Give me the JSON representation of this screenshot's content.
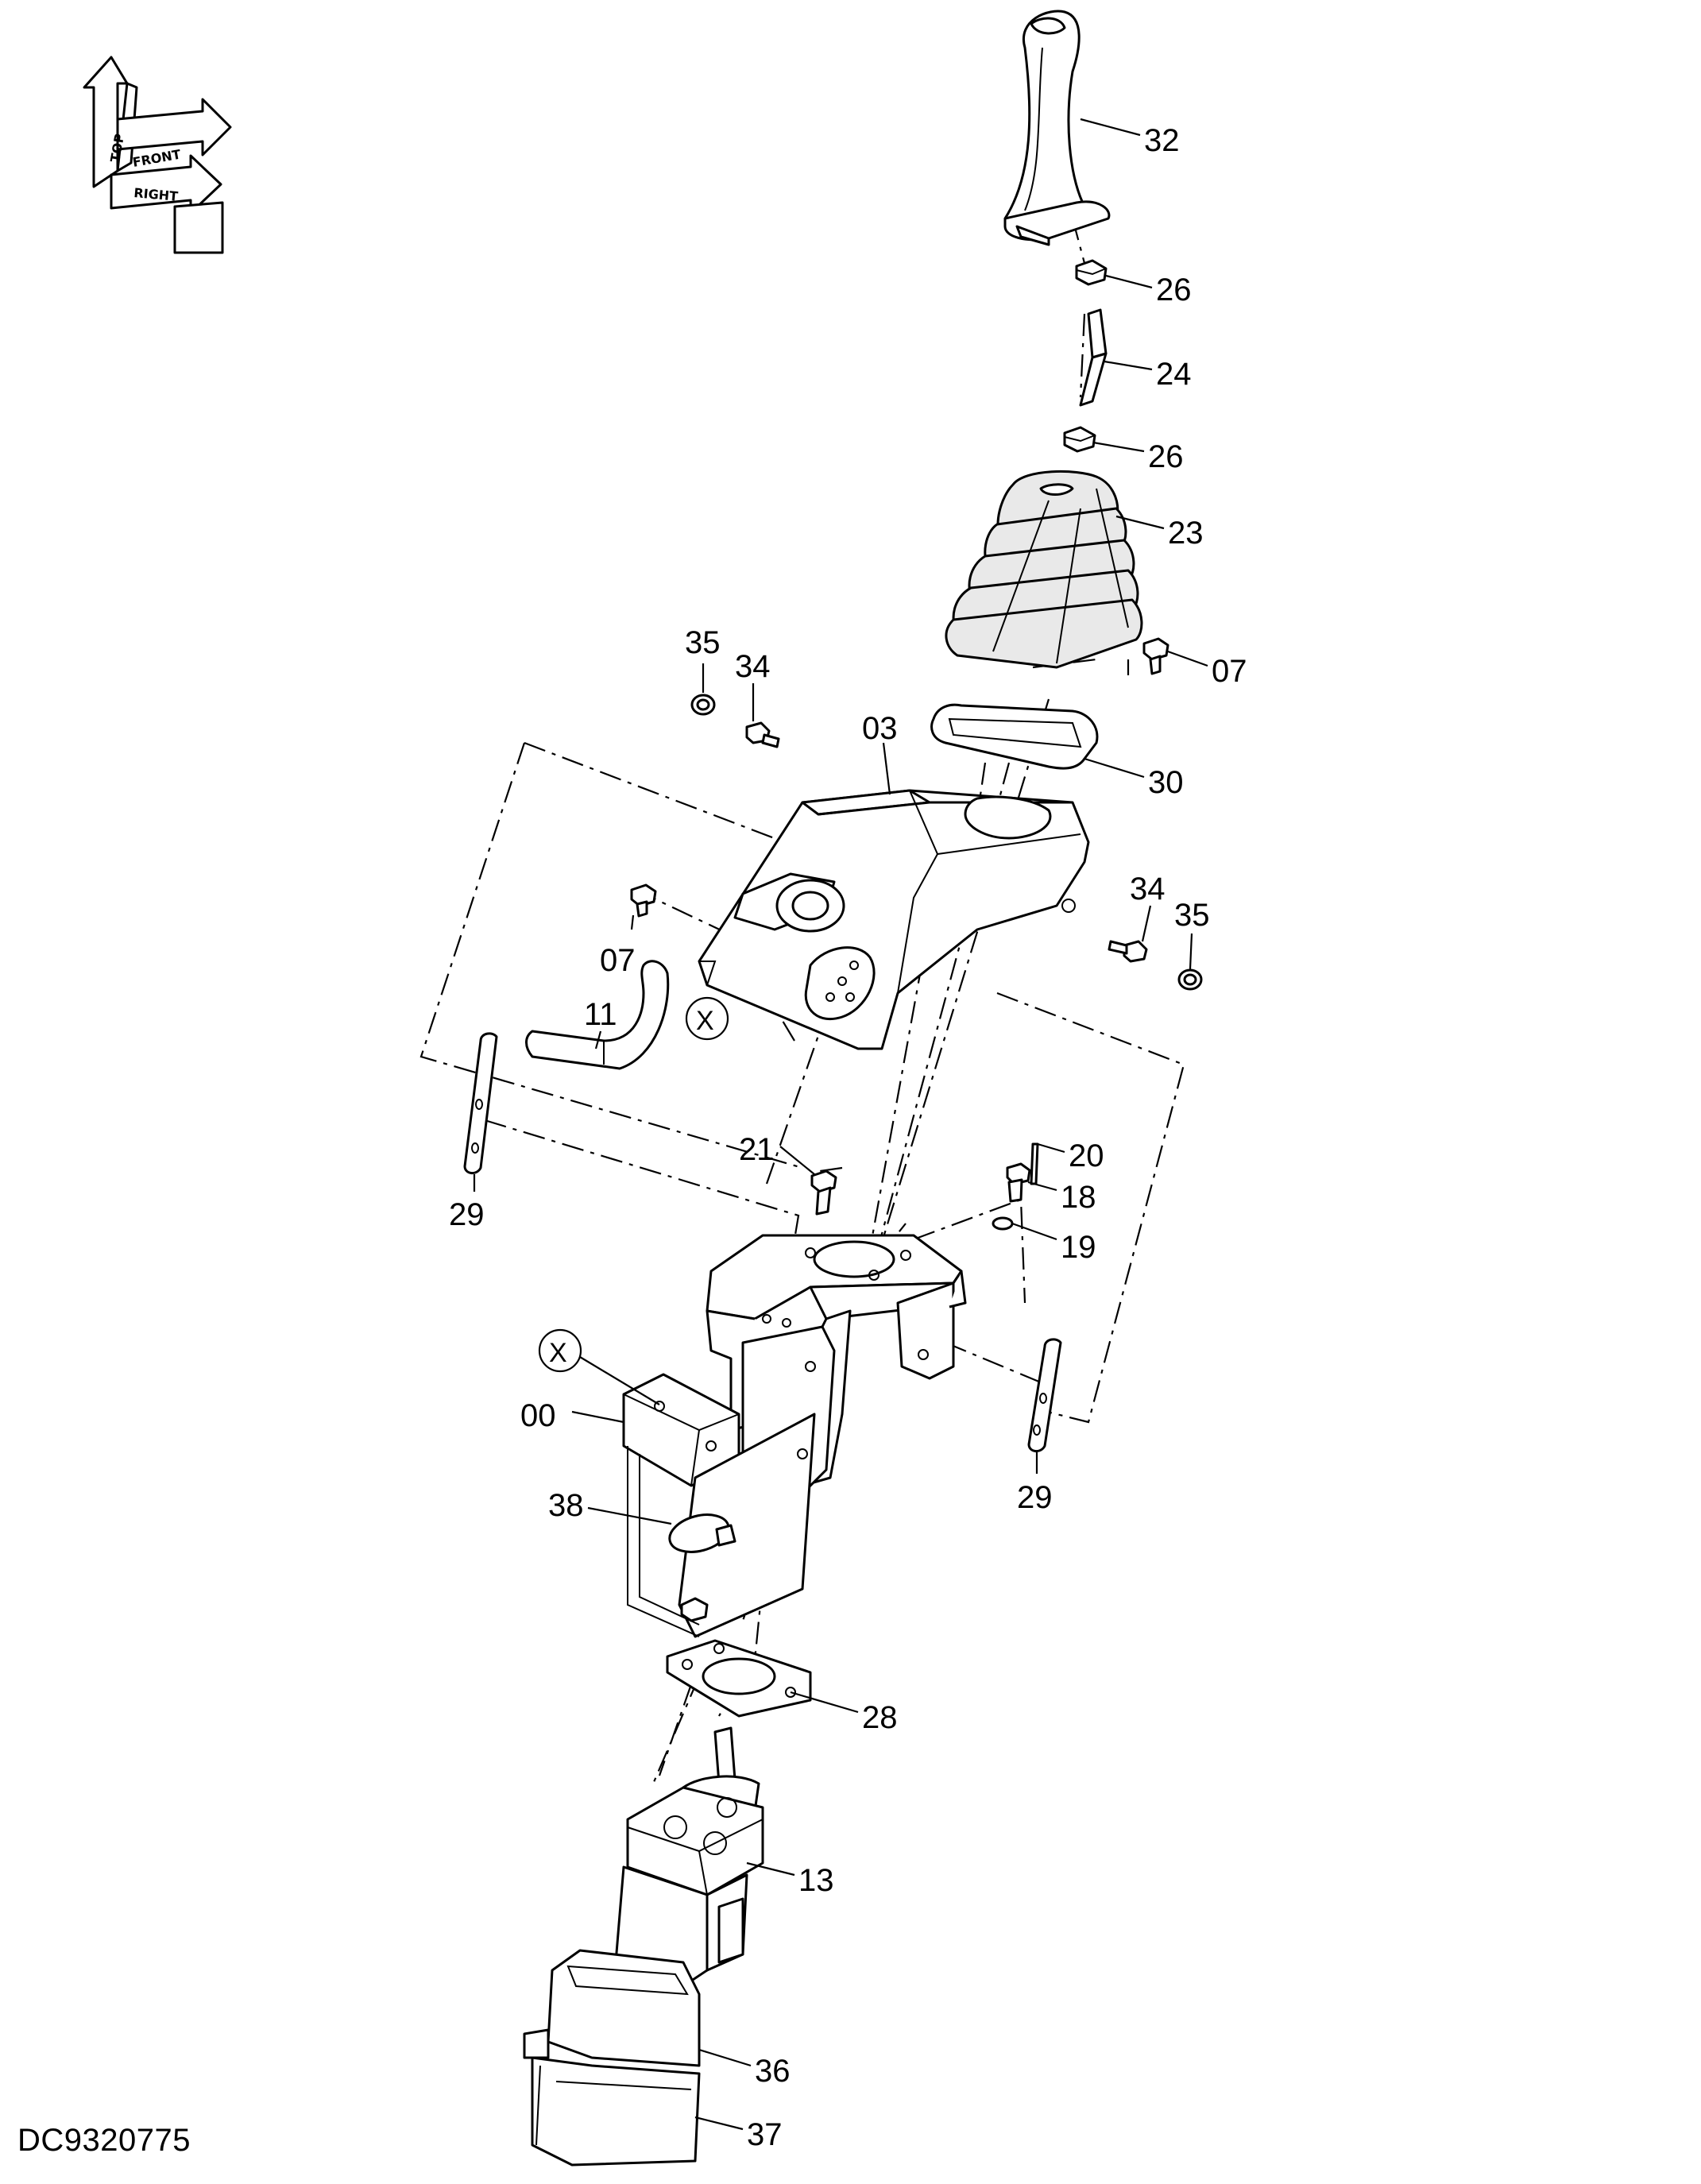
{
  "drawing_code": "DC9320775",
  "orientation": {
    "top": "TOP",
    "front": "FRONT",
    "right": "RIGHT"
  },
  "callouts": [
    {
      "id": "c32",
      "text": "32"
    },
    {
      "id": "c26a",
      "text": "26"
    },
    {
      "id": "c24",
      "text": "24"
    },
    {
      "id": "c26b",
      "text": "26"
    },
    {
      "id": "c23",
      "text": "23"
    },
    {
      "id": "c07a",
      "text": "07"
    },
    {
      "id": "c35a",
      "text": "35"
    },
    {
      "id": "c34a",
      "text": "34"
    },
    {
      "id": "c03",
      "text": "03"
    },
    {
      "id": "c30",
      "text": "30"
    },
    {
      "id": "c34b",
      "text": "34"
    },
    {
      "id": "c35b",
      "text": "35"
    },
    {
      "id": "c07b",
      "text": "07"
    },
    {
      "id": "c11",
      "text": "11"
    },
    {
      "id": "cxa",
      "text": "X"
    },
    {
      "id": "c29a",
      "text": "29"
    },
    {
      "id": "c21",
      "text": "21"
    },
    {
      "id": "c20",
      "text": "20"
    },
    {
      "id": "c18",
      "text": "18"
    },
    {
      "id": "c19",
      "text": "19"
    },
    {
      "id": "cxb",
      "text": "X"
    },
    {
      "id": "c00",
      "text": "00"
    },
    {
      "id": "c29b",
      "text": "29"
    },
    {
      "id": "c38",
      "text": "38"
    },
    {
      "id": "c28",
      "text": "28"
    },
    {
      "id": "c13",
      "text": "13"
    },
    {
      "id": "c36",
      "text": "36"
    },
    {
      "id": "c37",
      "text": "37"
    }
  ]
}
